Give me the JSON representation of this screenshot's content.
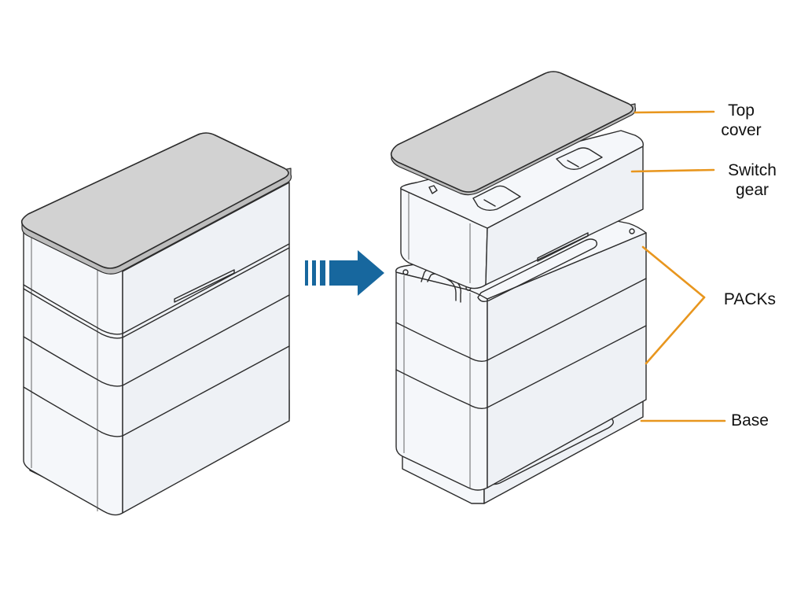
{
  "labels": {
    "top_cover": {
      "line1": "Top",
      "line2": "cover"
    },
    "switch_gear": {
      "line1": "Switch",
      "line2": "gear"
    },
    "packs": "PACKs",
    "base": "Base"
  },
  "colors": {
    "leader": "#e8961e",
    "arrow": "#17679e",
    "outline": "#2b2b2b",
    "cover_fill": "#d2d2d2",
    "body_fill": "#f5f7fa"
  }
}
